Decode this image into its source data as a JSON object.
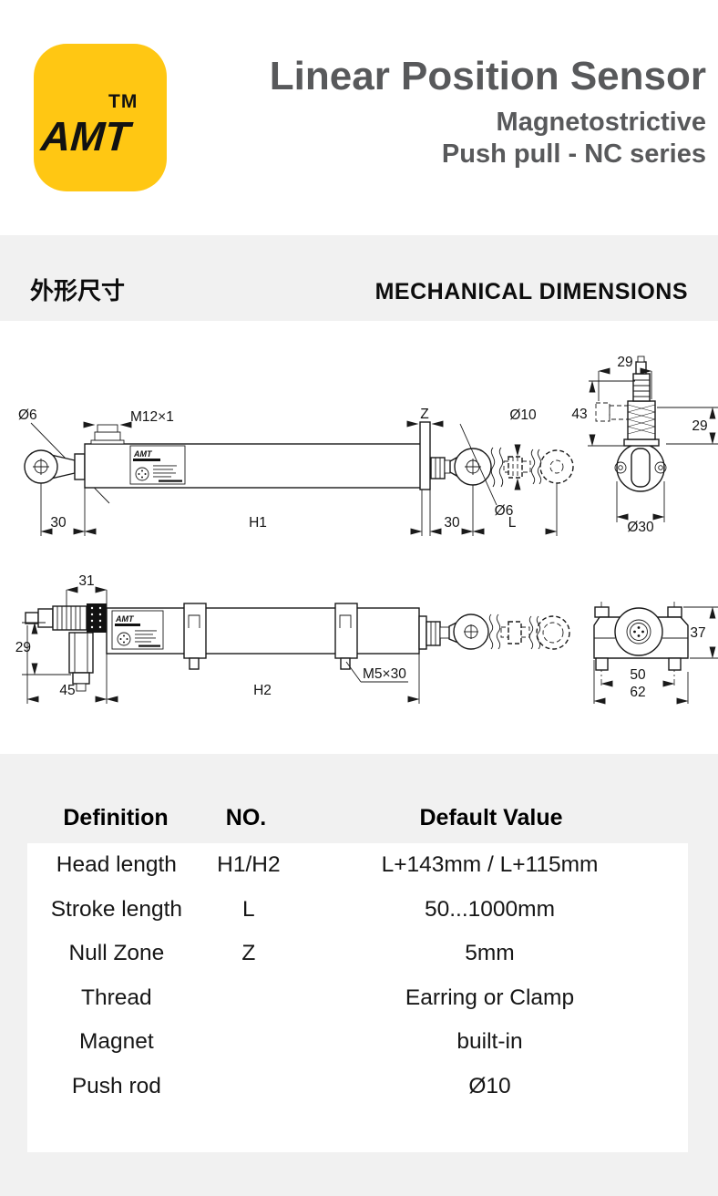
{
  "header": {
    "logo_text": "AMT",
    "logo_tm": "TM",
    "title": "Linear Position Sensor",
    "subtitle1": "Magnetostrictive",
    "subtitle2": "Push pull - NC series"
  },
  "section": {
    "title_cn": "外形尺寸",
    "title_en": "MECHANICAL DIMENSIONS"
  },
  "drawing1": {
    "nameplate": "AMT",
    "dim_eye_diameter": "Ø6",
    "dim_thread": "M12×1",
    "dim_null_zone": "Z",
    "dim_rod_diameter": "Ø10",
    "dim_rod_eye_diameter": "Ø6",
    "dim_left_offset": "30",
    "dim_head_length": "H1",
    "dim_right_offset": "30",
    "dim_stroke_length": "L",
    "end_view": {
      "dim_top": "29",
      "dim_left": "43",
      "dim_right": "29",
      "dim_bottom": "Ø30"
    }
  },
  "drawing2": {
    "nameplate": "AMT",
    "dim_connector_width": "31",
    "dim_connector_drop": "29",
    "dim_connector_length": "45",
    "dim_head_length": "H2",
    "dim_clamp_thread": "M5×30",
    "end_view": {
      "dim_height": "37",
      "dim_bolt_spacing": "50",
      "dim_width": "62"
    }
  },
  "table": {
    "headers": [
      "Definition",
      "NO.",
      "Default Value"
    ],
    "rows": [
      {
        "definition": "Head length",
        "no": "H1/H2",
        "value": "L+143mm / L+115mm"
      },
      {
        "definition": "Stroke length",
        "no": "L",
        "value": "50...1000mm"
      },
      {
        "definition": "Null Zone",
        "no": "Z",
        "value": "5mm"
      },
      {
        "definition": "Thread",
        "no": "",
        "value": "Earring or Clamp"
      },
      {
        "definition": "Magnet",
        "no": "",
        "value": "built-in"
      },
      {
        "definition": "Push rod",
        "no": "",
        "value": "Ø10"
      }
    ]
  },
  "colors": {
    "logo_yellow": "#FFC713",
    "title_gray": "#58595B",
    "band_gray": "#F1F1F1",
    "line_black": "#1A1A1A"
  }
}
